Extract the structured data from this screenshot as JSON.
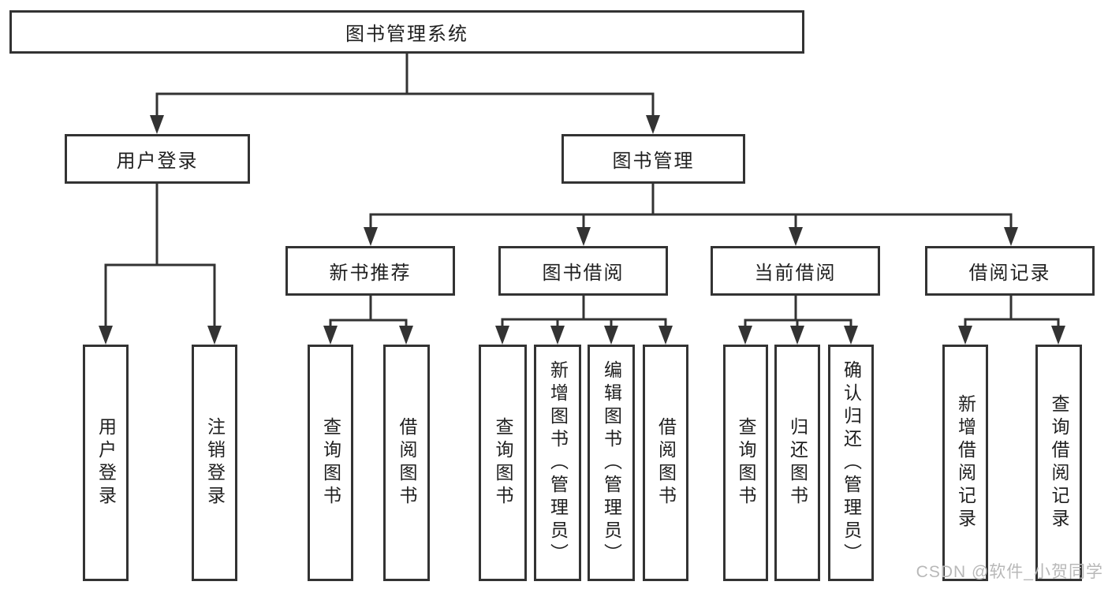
{
  "tree": {
    "root": {
      "label": "图书管理系统",
      "children": [
        {
          "label": "用户登录",
          "children": [
            {
              "label": "用户登录"
            },
            {
              "label": "注销登录"
            }
          ]
        },
        {
          "label": "图书管理",
          "children": [
            {
              "label": "新书推荐",
              "children": [
                {
                  "label": "查询图书"
                },
                {
                  "label": "借阅图书"
                }
              ]
            },
            {
              "label": "图书借阅",
              "children": [
                {
                  "label": "查询图书"
                },
                {
                  "label": "新增图书（管理员）"
                },
                {
                  "label": "编辑图书（管理员）"
                },
                {
                  "label": "借阅图书"
                }
              ]
            },
            {
              "label": "当前借阅",
              "children": [
                {
                  "label": "查询图书"
                },
                {
                  "label": "归还图书"
                },
                {
                  "label": "确认归还（管理员）"
                }
              ]
            },
            {
              "label": "借阅记录",
              "children": [
                {
                  "label": "新增借阅记录"
                },
                {
                  "label": "查询借阅记录"
                }
              ]
            }
          ]
        }
      ]
    }
  },
  "watermark": "CSDN @软件_小贺同学",
  "colors": {
    "line": "#333333",
    "box_border": "#333333",
    "box_fill": "#ffffff",
    "text": "#1f1f1f",
    "background": "#ffffff",
    "watermark": "#b8b8b8"
  }
}
